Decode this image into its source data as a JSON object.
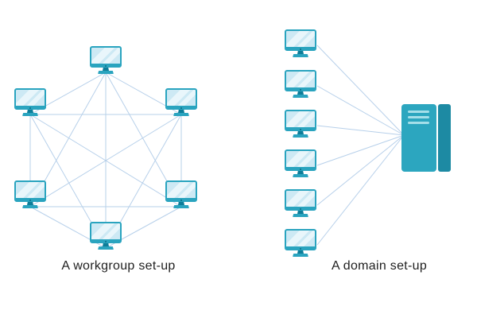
{
  "theme": {
    "monitor_frame": "#2aa4bf",
    "monitor_screen": "#cde9f4",
    "monitor_screen_shine": "#e9f6fb",
    "monitor_stand": "#0e7d99",
    "monitor_power_dot": "#0a6c84",
    "connection_line": "#b7d0ea",
    "server_front": "#2ca6bf",
    "server_side": "#1d8aa3",
    "server_vent": "#a5dfe9",
    "caption_text": "#1f1f1f"
  },
  "workgroup": {
    "caption": "A workgroup set-up",
    "computer_count": 6,
    "computer_icon": "desktop-monitor-icon",
    "topology": "full-mesh"
  },
  "domain": {
    "caption": "A domain set-up",
    "computer_count": 6,
    "computer_icon": "desktop-monitor-icon",
    "server_icon": "server-tower-icon",
    "topology": "star"
  }
}
